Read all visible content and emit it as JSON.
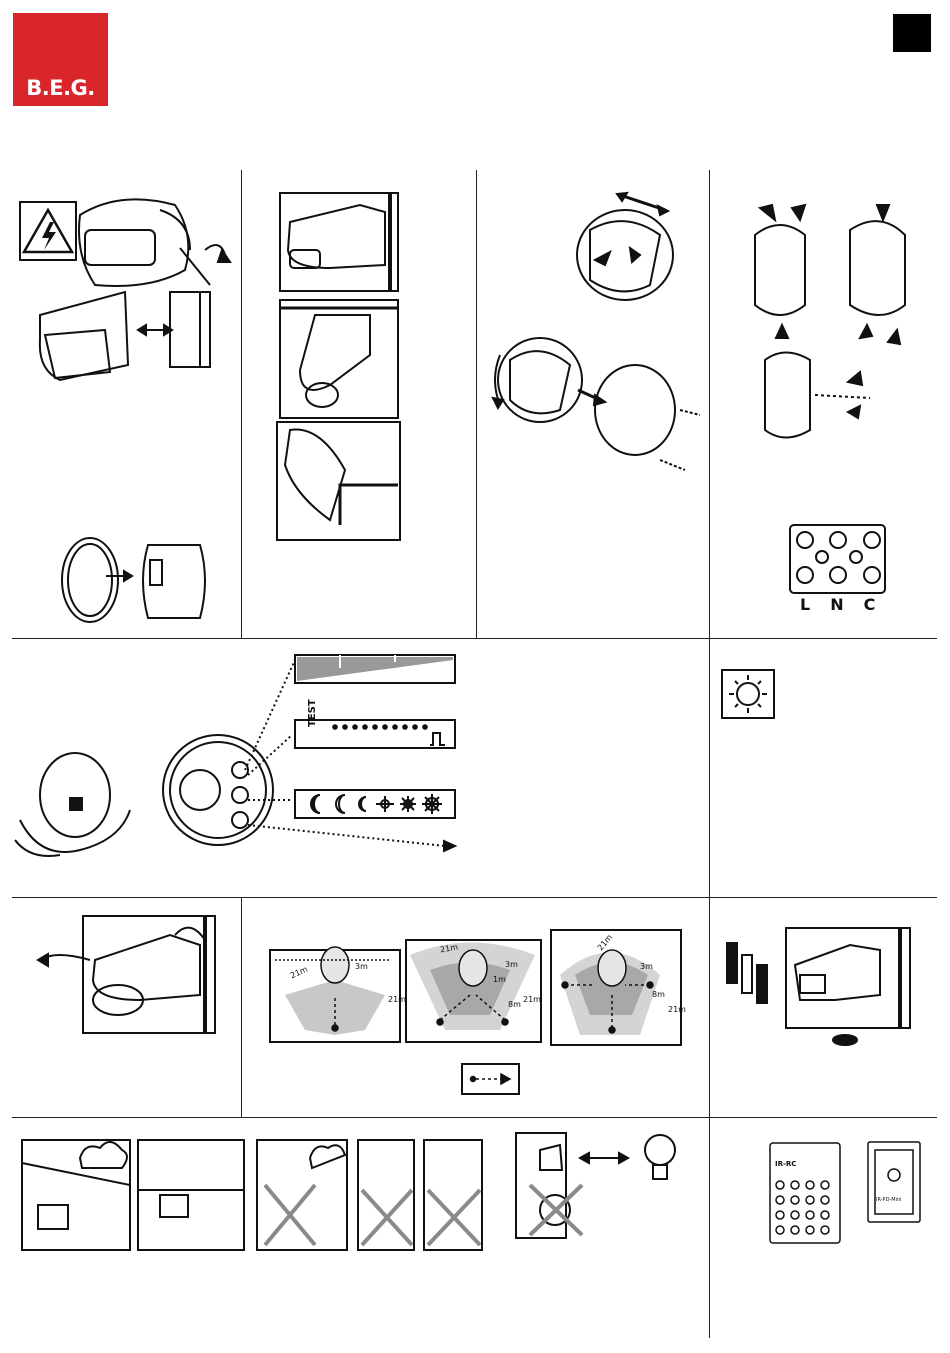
{
  "brand": {
    "logo_text": "B.E.G.",
    "brand_color": "#d8262b"
  },
  "wiring": {
    "terminals": [
      "L",
      "N",
      "C"
    ]
  },
  "settings": {
    "test_label": "TEST"
  },
  "range_diagrams": {
    "left": {
      "d1": "21m",
      "d2": "3m",
      "d3": "21m"
    },
    "middle": {
      "d1": "21m",
      "d2": "1m",
      "d3": "3m",
      "d4": "8m",
      "d5": "21m"
    },
    "right": {
      "d1": "21m",
      "d2": "3m",
      "d3": "8m",
      "d4": "21m"
    }
  },
  "remote": {
    "brand": "BEG",
    "model": "IR-RC",
    "wall_unit_label": "IR-PD-Mini"
  }
}
